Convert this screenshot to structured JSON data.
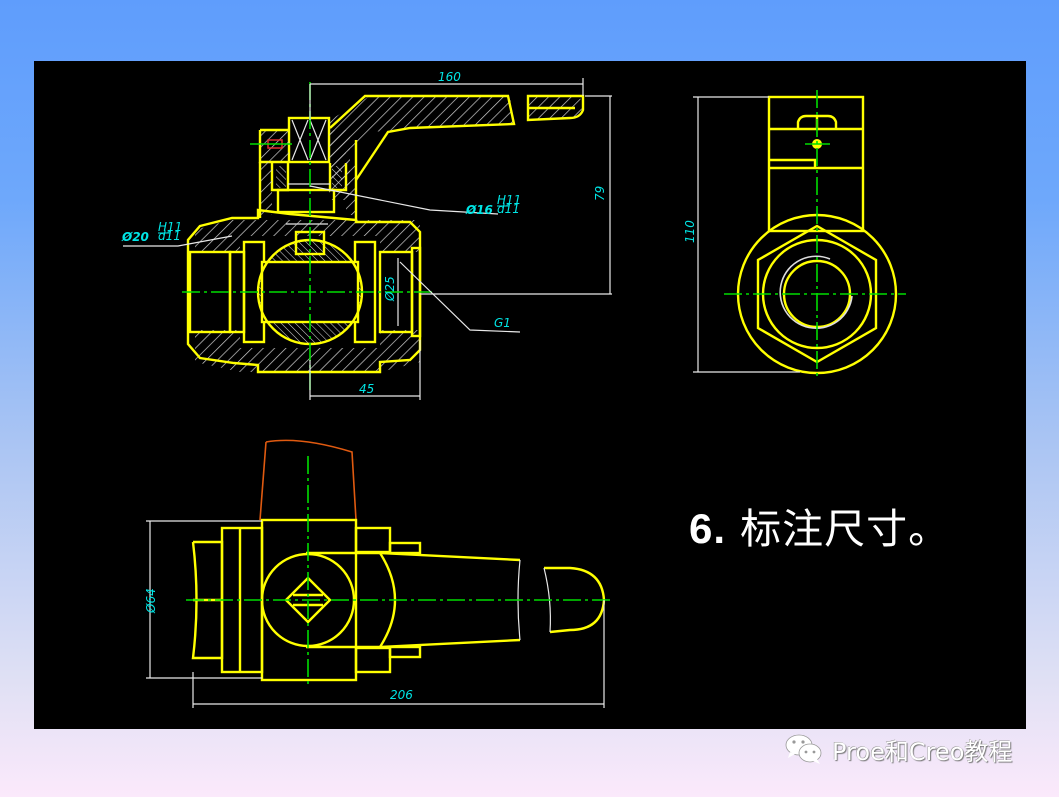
{
  "slide": {
    "caption_number": "6.",
    "caption_text": "标注尺寸。",
    "background_gradient": [
      "#5f9dfc",
      "#fbe9fb"
    ],
    "canvas_color": "#000000"
  },
  "drawing": {
    "line_colors": {
      "outline": "#ffff00",
      "centerline": "#00dd00",
      "dimension": "#e8e8e8",
      "dimension_text": "#00e5e5",
      "break_line": "#e05a10"
    },
    "front_view": {
      "dim_handle_length": "160",
      "dim_height": "79",
      "dim_flange": "45",
      "dim_bore": "Ø25",
      "fit_left": {
        "diameter": "Ø20",
        "fit_upper": "H11",
        "fit_lower": "d11"
      },
      "fit_right": {
        "diameter": "Ø16",
        "fit_upper": "H11",
        "fit_lower": "d11"
      },
      "thread_label": "G1"
    },
    "side_view": {
      "dim_height": "110"
    },
    "top_view": {
      "dim_width": "Ø64",
      "dim_length": "206"
    }
  },
  "watermark": {
    "icon": "wechat-icon",
    "text": "Proe和Creo教程"
  }
}
